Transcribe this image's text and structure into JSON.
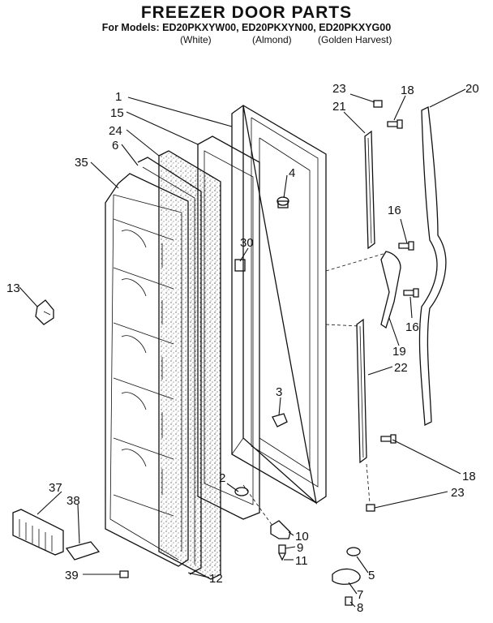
{
  "title": "FREEZER DOOR PARTS",
  "models_line": "For Models: ED20PKXYW00, ED20PKXYN00, ED20PKXYG00",
  "colors": [
    "(White)",
    "(Almond)",
    "(Golden Harvest)"
  ],
  "callouts": [
    "1",
    "15",
    "24",
    "6",
    "35",
    "13",
    "4",
    "30",
    "3",
    "2",
    "23",
    "18",
    "21",
    "20",
    "16",
    "16",
    "19",
    "22",
    "18",
    "23",
    "37",
    "38",
    "39",
    "12",
    "10",
    "9",
    "11",
    "5",
    "7",
    "8"
  ]
}
